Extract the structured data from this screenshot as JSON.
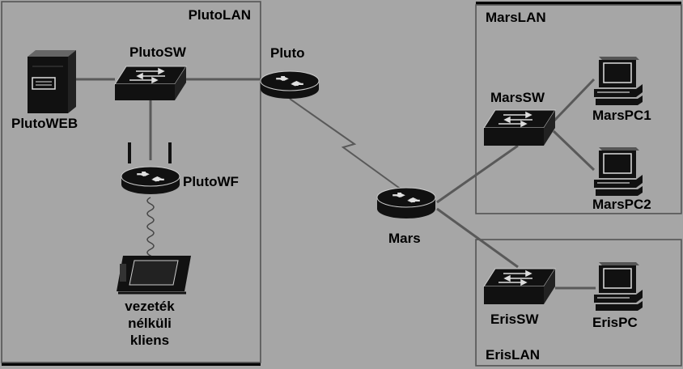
{
  "networks": {
    "pluto_lan": "PlutoLAN",
    "mars_lan": "MarsLAN",
    "eris_lan": "ErisLAN"
  },
  "devices": {
    "pluto_web": "PlutoWEB",
    "pluto_sw": "PlutoSW",
    "pluto_router": "Pluto",
    "pluto_wf": "PlutoWF",
    "wireless_client_line1": "vezeték",
    "wireless_client_line2": "nélküli",
    "wireless_client_line3": "kliens",
    "mars_router": "Mars",
    "mars_sw": "MarsSW",
    "mars_pc1": "MarsPC1",
    "mars_pc2": "MarsPC2",
    "eris_sw": "ErisSW",
    "eris_pc": "ErisPC"
  },
  "colors": {
    "background": "#000000",
    "panel": "#a6a6a6",
    "link": "#595959",
    "device_dark": "#111111",
    "device_light": "#dddddd"
  }
}
